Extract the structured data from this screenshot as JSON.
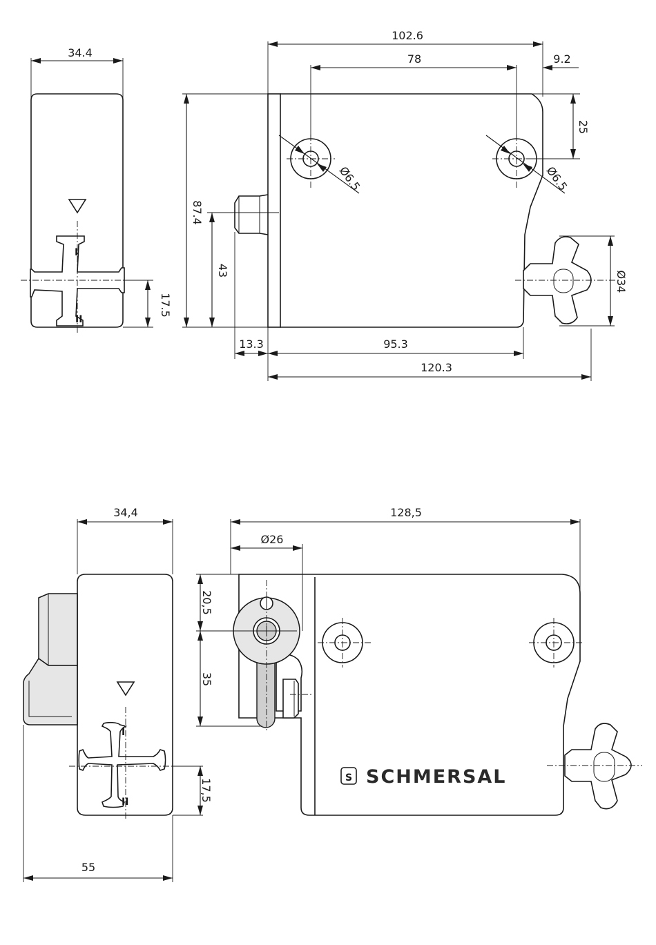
{
  "top_drawing": {
    "dimensions": {
      "side_width": "34.4",
      "body_length": "102.6",
      "hole_spacing": "78",
      "hole_edge": "9.2",
      "hole_from_top": "25",
      "hole_dia_left": "Ø6.5",
      "hole_dia_right": "Ø6.5",
      "height": "87.4",
      "pin_height": "43",
      "knob_dia": "Ø34",
      "knob_offset": "17.5",
      "pin_length": "13.3",
      "knob_position": "95.3",
      "overall_length": "120.3"
    },
    "marks": {
      "pos_one": "I",
      "pos_two": "II"
    }
  },
  "bottom_drawing": {
    "dimensions": {
      "side_width": "34,4",
      "overall_length": "128,5",
      "handle_dia": "Ø26",
      "handle_from_top": "20,5",
      "handle_length": "35",
      "knob_offset": "17,5",
      "depth": "55"
    },
    "marks": {
      "pos_one": "I",
      "pos_two": "II"
    },
    "brand": {
      "logo_glyph": "S",
      "name": "SCHMERSAL"
    }
  }
}
